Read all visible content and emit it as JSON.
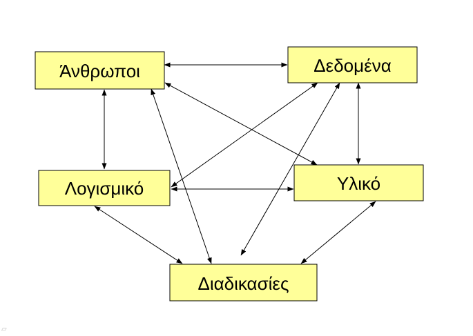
{
  "nodes": [
    {
      "id": "anthropoi",
      "label": "Άνθρωποι"
    },
    {
      "id": "dedomena",
      "label": "Δεδομένα"
    },
    {
      "id": "logismiko",
      "label": "Λογισμικό"
    },
    {
      "id": "yliko",
      "label": "Υλικό"
    },
    {
      "id": "diadikasies",
      "label": "Διαδικασίες"
    }
  ],
  "edges": [
    {
      "from": "anthropoi",
      "to": "dedomena",
      "direction": "both"
    },
    {
      "from": "anthropoi",
      "to": "logismiko",
      "direction": "both"
    },
    {
      "from": "anthropoi",
      "to": "yliko",
      "direction": "both"
    },
    {
      "from": "anthropoi",
      "to": "diadikasies",
      "direction": "both"
    },
    {
      "from": "dedomena",
      "to": "logismiko",
      "direction": "both"
    },
    {
      "from": "dedomena",
      "to": "yliko",
      "direction": "both"
    },
    {
      "from": "dedomena",
      "to": "diadikasies",
      "direction": "both"
    },
    {
      "from": "logismiko",
      "to": "yliko",
      "direction": "both"
    },
    {
      "from": "logismiko",
      "to": "diadikasies",
      "direction": "both"
    },
    {
      "from": "yliko",
      "to": "diadikasies",
      "direction": "both"
    }
  ],
  "colors": {
    "node_fill": "#ffff99",
    "node_border": "#000000",
    "edge": "#000000"
  }
}
